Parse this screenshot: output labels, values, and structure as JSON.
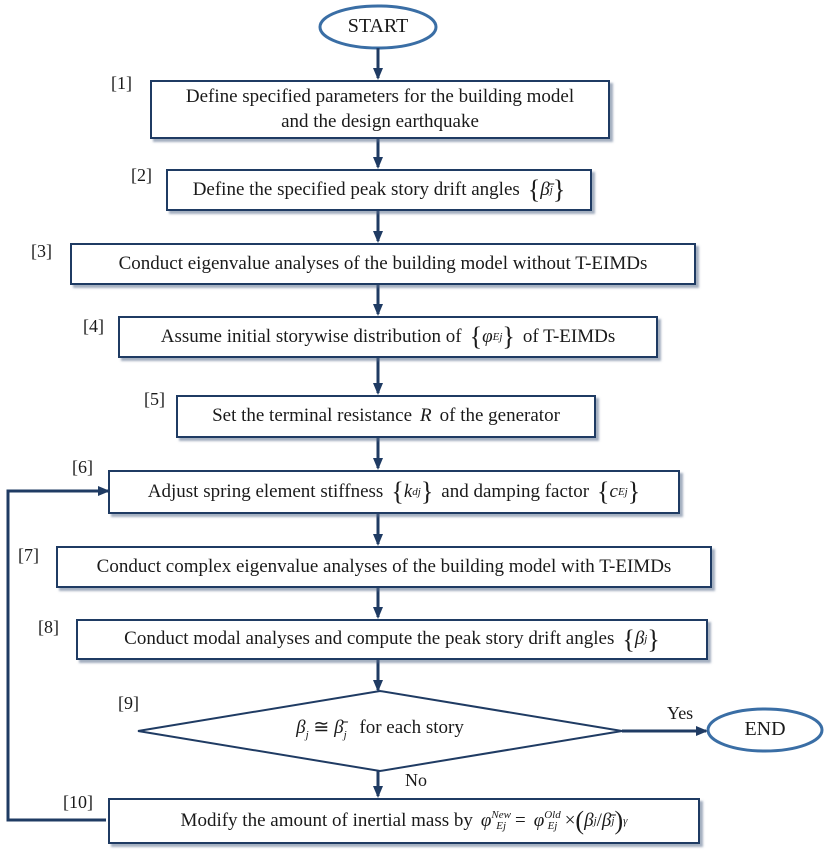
{
  "start_label": "START",
  "end_label": "END",
  "yes_label": "Yes",
  "no_label": "No",
  "steps": [
    {
      "num": "[1]",
      "line1": "Define specified parameters for the building model",
      "line2": "and the design earthquake"
    },
    {
      "num": "[2]",
      "text": "Define the specified peak story drift angles",
      "math": "β̄",
      "math_sub": "j"
    },
    {
      "num": "[3]",
      "text": "Conduct eigenvalue analyses of the building model without T-EIMDs"
    },
    {
      "num": "[4]",
      "text_before": "Assume initial storywise distribution of",
      "math": "φ",
      "math_sub": "Ej",
      "text_after": "of T-EIMDs"
    },
    {
      "num": "[5]",
      "text_before": "Set the terminal resistance",
      "var": "R",
      "text_after": "of the generator"
    },
    {
      "num": "[6]",
      "text_before": "Adjust spring element stiffness",
      "math1": "k",
      "math1_sub": "dj",
      "text_mid": "and damping factor",
      "math2": "c",
      "math2_sub": "Ej"
    },
    {
      "num": "[7]",
      "text": "Conduct complex eigenvalue analyses of the building model with T-EIMDs"
    },
    {
      "num": "[8]",
      "text": "Conduct modal analyses and compute the peak story drift angles",
      "math": "β",
      "math_sub": "j"
    },
    {
      "num": "[9]",
      "cond_lhs": "β",
      "cond_sub": "j",
      "cond_op": "≅",
      "cond_rhs": "β̄",
      "cond_rhs_sub": "j",
      "cond_text": "for each story"
    },
    {
      "num": "[10]",
      "text": "Modify the amount of inertial mass by",
      "phi": "φ",
      "new_sup": "New",
      "ej_sub": "Ej",
      "eq": "=",
      "old_sup": "Old",
      "times": "×",
      "beta": "β",
      "slash": "/",
      "beta_bar": "β̄",
      "j_sub": "j",
      "gamma": "γ"
    }
  ],
  "colors": {
    "box_border": "#1f3b63",
    "arrow": "#1f3b63",
    "terminal_fill": "#ffffff",
    "terminal_border": "#3a6ea5"
  }
}
